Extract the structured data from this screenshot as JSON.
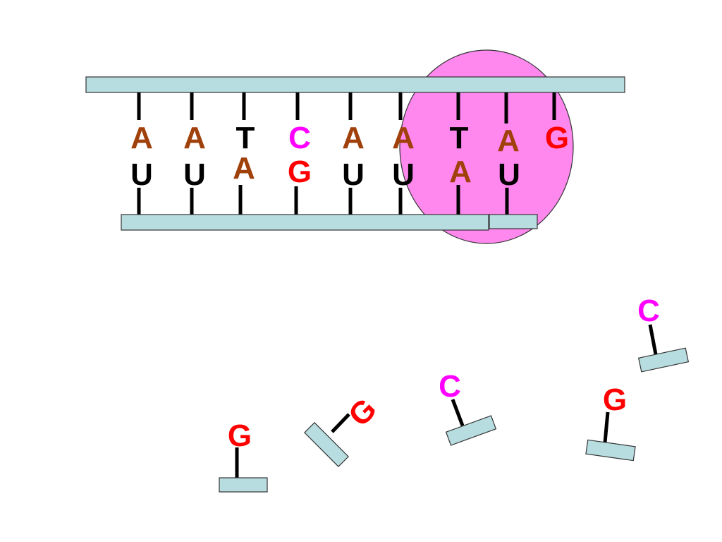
{
  "colors": {
    "strand_fill": "#b7dde0",
    "strand_stroke": "#333333",
    "enzyme_fill": "#ff88ee",
    "enzyme_stroke": "#333333",
    "stick": "#000000",
    "A": "#a0400a",
    "T": "#000000",
    "U": "#000000",
    "C": "#ff00ff",
    "G": "#ff0000"
  },
  "top_strand": [
    "A",
    "A",
    "T",
    "C",
    "A",
    "A",
    "T",
    "A",
    "G"
  ],
  "bottom_strand": [
    "U",
    "U",
    "A",
    "G",
    "U",
    "U",
    "A",
    "U"
  ],
  "free_nucleotides": [
    "G",
    "G",
    "C",
    "G",
    "C"
  ]
}
